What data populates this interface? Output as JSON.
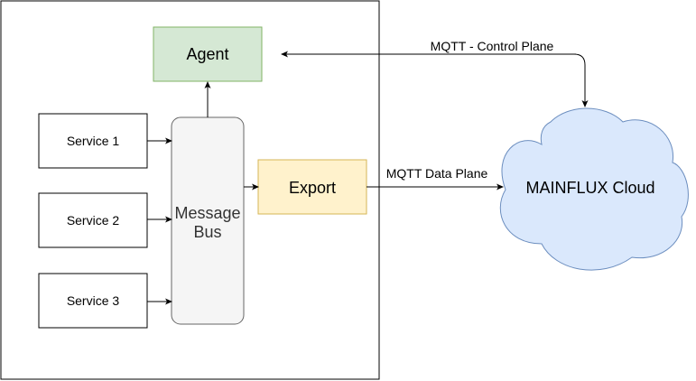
{
  "diagram": {
    "agent": {
      "label": "Agent",
      "fill": "#d5e8d4",
      "stroke": "#82b366"
    },
    "services": [
      {
        "label": "Service 1"
      },
      {
        "label": "Service 2"
      },
      {
        "label": "Service 3"
      }
    ],
    "message_bus": {
      "label_line1": "Message",
      "label_line2": "Bus",
      "fill": "#f5f5f5",
      "stroke": "#666666",
      "text_color": "#333333"
    },
    "export": {
      "label": "Export",
      "fill": "#fff2cc",
      "stroke": "#d6b656"
    },
    "cloud": {
      "label": "MAINFLUX Cloud",
      "fill": "#dae8fc",
      "stroke": "#6c8ebf"
    },
    "edges": {
      "control_plane": "MQTT - Control Plane",
      "data_plane": "MQTT Data Plane"
    }
  }
}
